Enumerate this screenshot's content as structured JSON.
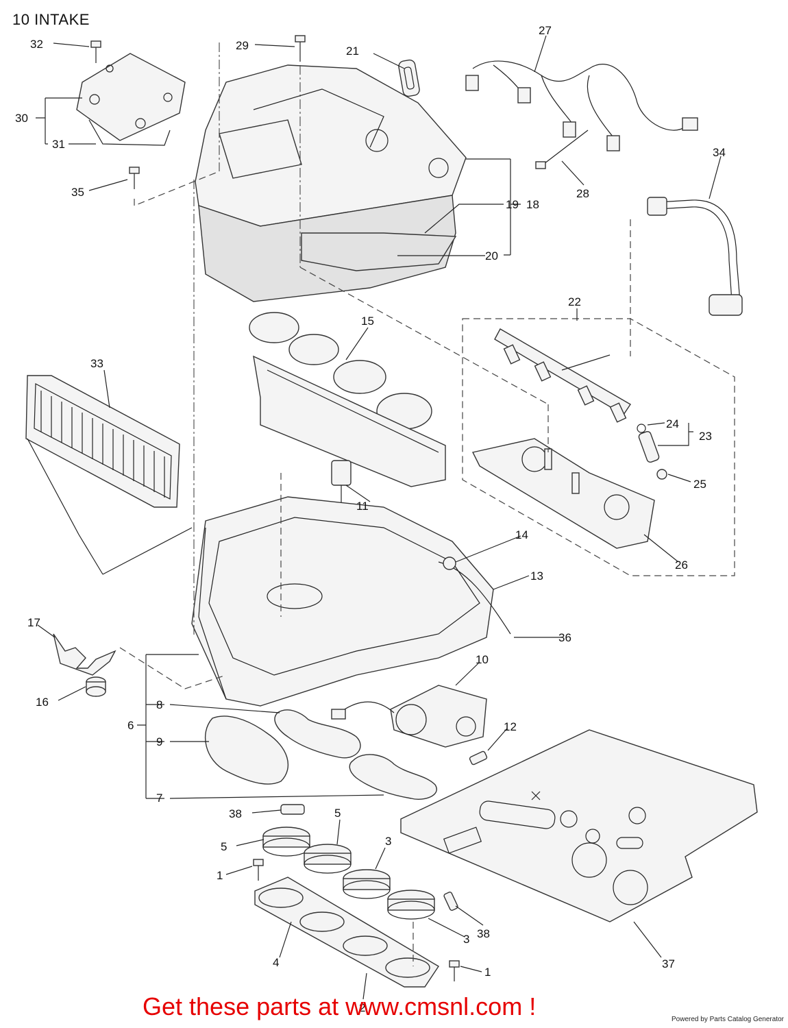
{
  "title": "10 INTAKE",
  "call_to_action": "Get these parts at www.cmsnl.com !",
  "powered_by": "Powered by Parts Catalog Generator",
  "colors": {
    "cta": "#e60000",
    "lines": "#222222"
  },
  "callouts": [
    {
      "id": "32",
      "label": "32"
    },
    {
      "id": "29",
      "label": "29"
    },
    {
      "id": "21",
      "label": "21"
    },
    {
      "id": "27",
      "label": "27"
    },
    {
      "id": "30",
      "label": "30"
    },
    {
      "id": "31",
      "label": "31"
    },
    {
      "id": "34",
      "label": "34"
    },
    {
      "id": "35",
      "label": "35"
    },
    {
      "id": "28",
      "label": "28"
    },
    {
      "id": "19",
      "label": "19"
    },
    {
      "id": "18",
      "label": "18"
    },
    {
      "id": "20",
      "label": "20"
    },
    {
      "id": "22",
      "label": "22"
    },
    {
      "id": "15",
      "label": "15"
    },
    {
      "id": "33",
      "label": "33"
    },
    {
      "id": "24",
      "label": "24"
    },
    {
      "id": "23",
      "label": "23"
    },
    {
      "id": "25",
      "label": "25"
    },
    {
      "id": "11",
      "label": "11"
    },
    {
      "id": "14",
      "label": "14"
    },
    {
      "id": "26",
      "label": "26"
    },
    {
      "id": "13",
      "label": "13"
    },
    {
      "id": "17",
      "label": "17"
    },
    {
      "id": "36",
      "label": "36"
    },
    {
      "id": "10",
      "label": "10"
    },
    {
      "id": "16",
      "label": "16"
    },
    {
      "id": "8",
      "label": "8"
    },
    {
      "id": "6",
      "label": "6"
    },
    {
      "id": "12",
      "label": "12"
    },
    {
      "id": "9",
      "label": "9"
    },
    {
      "id": "7",
      "label": "7"
    },
    {
      "id": "38a",
      "label": "38"
    },
    {
      "id": "5a",
      "label": "5"
    },
    {
      "id": "5b",
      "label": "5"
    },
    {
      "id": "3a",
      "label": "3"
    },
    {
      "id": "1a",
      "label": "1"
    },
    {
      "id": "38b",
      "label": "38"
    },
    {
      "id": "3b",
      "label": "3"
    },
    {
      "id": "4",
      "label": "4"
    },
    {
      "id": "37",
      "label": "37"
    },
    {
      "id": "1b",
      "label": "1"
    },
    {
      "id": "2",
      "label": "2"
    }
  ]
}
